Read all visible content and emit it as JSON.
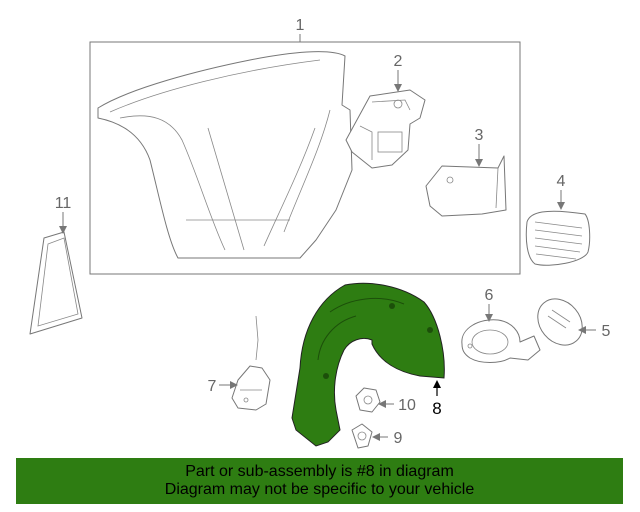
{
  "callouts": {
    "c1": "1",
    "c2": "2",
    "c3": "3",
    "c4": "4",
    "c5": "5",
    "c6": "6",
    "c7": "7",
    "c8": "8",
    "c9": "9",
    "c10": "10",
    "c11": "11"
  },
  "highlight_part": "8",
  "banner": {
    "line1": "Part or sub-assembly is #8 in diagram",
    "line2": "Diagram may not be specific to your vehicle"
  },
  "colors": {
    "highlight_fill": "#2e7d12",
    "banner_bg": "#2e7d12",
    "banner_text": "#000000",
    "line": "#777777"
  }
}
